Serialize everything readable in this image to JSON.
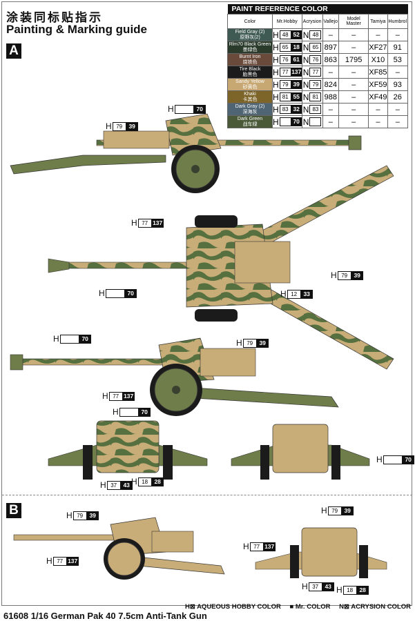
{
  "header": {
    "title_cn": "涂装同标贴指示",
    "title_en": "Painting & Marking guide"
  },
  "sections": {
    "a": "A",
    "b": "B"
  },
  "table": {
    "title": "PAINT  REFERENCE COLOR",
    "columns": [
      "Color",
      "Mr.Hobby",
      "Acrysion",
      "Vallejo",
      "Model Master",
      "Tamiya",
      "Humbrol"
    ],
    "rows": [
      {
        "en": "Field Gray (2)",
        "cn": "原野灰(2)",
        "swatch": "#3f5a52",
        "h": "48",
        "mr": "52",
        "n": "48",
        "vallejo": "–",
        "model_master": "–",
        "tamiya": "–",
        "humbrol": "–"
      },
      {
        "en": "Rlm70 Black Green",
        "cn": "墨绿色",
        "swatch": "#2a3a2b",
        "h": "65",
        "mr": "18",
        "n": "65",
        "vallejo": "897",
        "model_master": "–",
        "tamiya": "XF27",
        "humbrol": "91"
      },
      {
        "en": "Burnt Iron",
        "cn": "烧铁色",
        "swatch": "#6a4a3a",
        "h": "76",
        "mr": "61",
        "n": "76",
        "vallejo": "863",
        "model_master": "1795",
        "tamiya": "X10",
        "humbrol": "53"
      },
      {
        "en": "Tire Black",
        "cn": "胎黑色",
        "swatch": "#1b1b1b",
        "h": "77",
        "mr": "137",
        "n": "77",
        "vallejo": "–",
        "model_master": "–",
        "tamiya": "XF85",
        "humbrol": "–"
      },
      {
        "en": "Sandy Yellow",
        "cn": "砂黄色",
        "swatch": "#c7a772",
        "h": "79",
        "mr": "39",
        "n": "79",
        "vallejo": "824",
        "model_master": "–",
        "tamiya": "XF59",
        "humbrol": "93"
      },
      {
        "en": "Khaki",
        "cn": "卡其色",
        "swatch": "#7d6428",
        "h": "81",
        "mr": "55",
        "n": "81",
        "vallejo": "988",
        "model_master": "–",
        "tamiya": "XF49",
        "humbrol": "26"
      },
      {
        "en": "Dark Gray (2)",
        "cn": "深海灰",
        "swatch": "#4f6573",
        "h": "83",
        "mr": "32",
        "n": "83",
        "vallejo": "–",
        "model_master": "–",
        "tamiya": "–",
        "humbrol": "–"
      },
      {
        "en": "Dark Green",
        "cn": "战车绿",
        "swatch": "#4a5a38",
        "h": "",
        "mr": "70",
        "n": "",
        "vallejo": "–",
        "model_master": "–",
        "tamiya": "–",
        "humbrol": "–"
      }
    ]
  },
  "callouts": [
    {
      "h": "",
      "mr": "70"
    },
    {
      "h": "79",
      "mr": "39"
    },
    {
      "h": "77",
      "mr": "137"
    },
    {
      "h": "",
      "mr": "70"
    },
    {
      "h": "79",
      "mr": "39"
    },
    {
      "h": "12",
      "mr": "33"
    },
    {
      "h": "",
      "mr": "70"
    },
    {
      "h": "79",
      "mr": "39"
    },
    {
      "h": "77",
      "mr": "137"
    },
    {
      "h": "",
      "mr": "70"
    },
    {
      "h": "37",
      "mr": "43"
    },
    {
      "h": "18",
      "mr": "28"
    },
    {
      "h": "",
      "mr": "70"
    },
    {
      "h": "79",
      "mr": "39"
    },
    {
      "h": "77",
      "mr": "137"
    },
    {
      "h": "79",
      "mr": "39"
    },
    {
      "h": "77",
      "mr": "137"
    },
    {
      "h": "37",
      "mr": "43"
    },
    {
      "h": "18",
      "mr": "28"
    }
  ],
  "legend": {
    "hobby": "H⊠ AQUEOUS HOBBY COLOR",
    "mr": "■ Mr. COLOR",
    "acrysion": "N⊠ ACRYSION COLOR"
  },
  "footer": "61608 1/16  German Pak 40 7.5cm Anti-Tank Gun",
  "letters": {
    "h": "H",
    "n": "N"
  }
}
